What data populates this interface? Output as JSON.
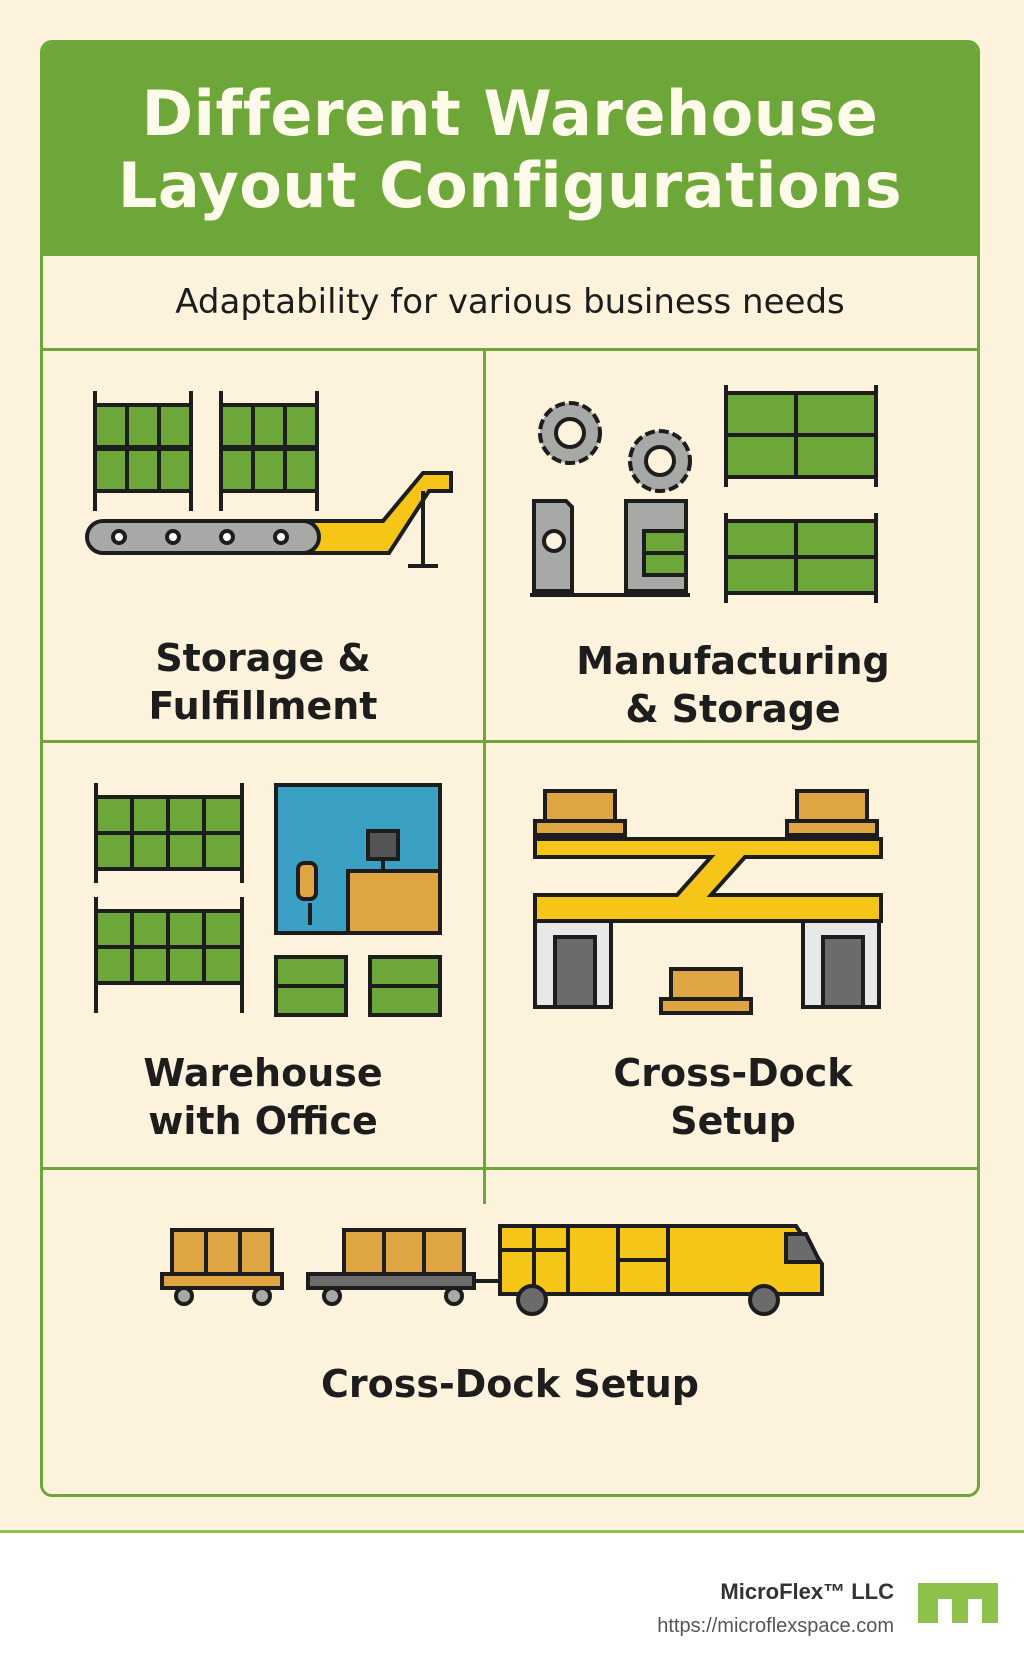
{
  "header": {
    "title_line1": "Different Warehouse",
    "title_line2": "Layout Configurations",
    "subtitle": "Adaptability for various business needs"
  },
  "cells": [
    {
      "line1": "Storage &",
      "line2": "Fulfillment",
      "icon": "shelving-conveyor-icon"
    },
    {
      "line1": "Manufacturing",
      "line2": "& Storage",
      "icon": "gears-machine-shelving-icon"
    },
    {
      "line1": "Warehouse",
      "line2": "with Office",
      "icon": "shelving-office-icon"
    },
    {
      "line1": "Cross-Dock",
      "line2": "Setup",
      "icon": "cross-dock-conveyor-icon"
    }
  ],
  "bottom": {
    "label": "Cross-Dock Setup",
    "icon": "carts-truck-icon"
  },
  "footer": {
    "brand": "MicroFlex™ LLC",
    "url": "https://microflexspace.com"
  },
  "colors": {
    "green": "#6da73a",
    "background": "#fdf3dd",
    "yellow": "#f5c518",
    "box": "#e0a543",
    "blue": "#3aa0c4",
    "gray": "#a7a9a7"
  }
}
